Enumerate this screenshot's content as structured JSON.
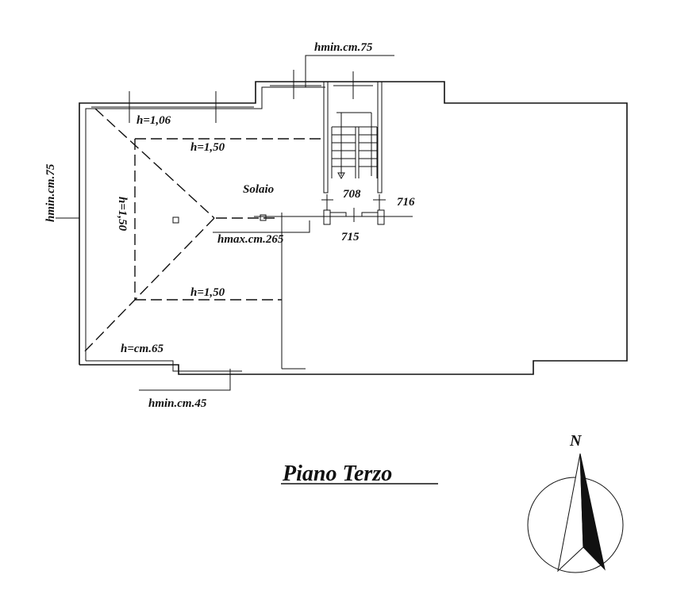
{
  "plan": {
    "title": "Piano Terzo",
    "room_label": "Solaio",
    "labels": {
      "hmin_top": "hmin.cm.75",
      "hmin_left": "hmin.cm.75",
      "h_106": "h=1,06",
      "h_150_top": "h=1,50",
      "h_150_left": "h=1,50",
      "h_150_bottom": "h=1,50",
      "h_cm65": "h=cm.65",
      "hmin_bottom": "hmin.cm.45",
      "hmax": "hmax.cm.265",
      "n708": "708",
      "n716": "716",
      "n715": "715"
    },
    "compass_label": "N"
  }
}
